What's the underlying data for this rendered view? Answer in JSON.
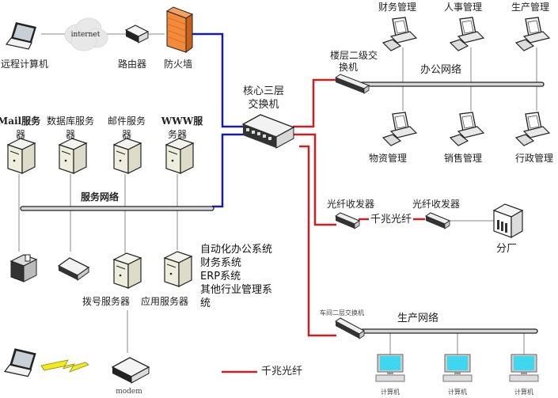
{
  "internet": {
    "remote_computer": "远程计算机",
    "cloud": "internet",
    "router": "路由器",
    "firewall": "防火墙"
  },
  "core": {
    "switch_label_line1": "核心三层",
    "switch_label_line2": "交换机"
  },
  "office": {
    "switch_label_line1": "楼层二级交",
    "switch_label_line2": "换机",
    "network_label": "办公网络",
    "top_pcs": [
      "财务管理",
      "人事管理",
      "生产管理"
    ],
    "bottom_pcs": [
      "物资管理",
      "销售管理",
      "行政管理"
    ]
  },
  "branch": {
    "transceiver_left": "光纤收发器",
    "transceiver_right": "光纤收发器",
    "link_label": "千兆光纤",
    "branch_label": "分厂"
  },
  "production": {
    "switch_label": "车间二层交换机",
    "network_label": "生产网络",
    "computers": [
      "计算机",
      "计算机",
      "计算机"
    ]
  },
  "servers": {
    "top": [
      {
        "line1": "Mail服务",
        "line2": "器"
      },
      {
        "line1": "数据库服务",
        "line2": "器"
      },
      {
        "line1": "邮件服务",
        "line2": "器"
      },
      {
        "line1": "WWW服",
        "line2": "务器"
      }
    ],
    "network_label": "服务网络",
    "dialup": "拨号服务器",
    "app": "应用服务器",
    "modem": "modem",
    "app_systems": [
      "自动化办公系统",
      "财务系统",
      "ERP系统",
      "其他行业管理系",
      "统"
    ]
  },
  "legend": {
    "label": "千兆光纤",
    "color": "#cc1f1f"
  },
  "colors": {
    "fiber": "#cc1f1f",
    "uplink": "#1a1aa8",
    "bus": "#333333",
    "thin": "#888888"
  }
}
